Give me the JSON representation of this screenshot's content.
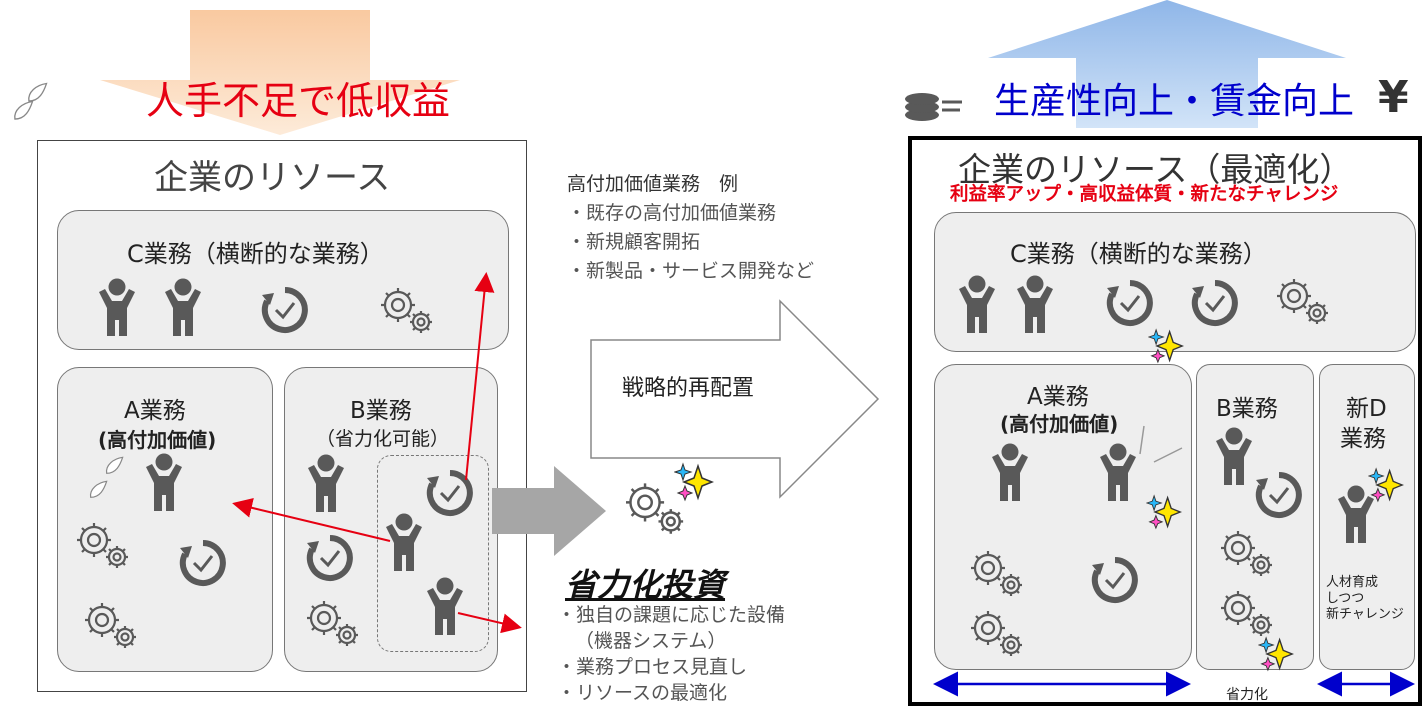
{
  "left": {
    "banner": "人手不足で低収益",
    "title": "企業のリソース",
    "c_panel_title": "C業務（横断的な業務）",
    "a_panel_title": "A業務",
    "a_panel_sub": "(高付加価値)",
    "b_panel_title": "B業務",
    "b_panel_sub": "（省力化可能）"
  },
  "middle": {
    "high_value_heading": "高付加価値業務　例",
    "high_value_items": [
      "・既存の高付加価値業務",
      "・新規顧客開拓",
      "・新製品・サービス開発など"
    ],
    "arrow_label": "戦略的再配置",
    "investment_heading": "省力化投資",
    "investment_items": [
      "・独自の課題に応じた設備",
      "（機器システム）",
      "・業務プロセス見直し",
      "・リソースの最適化"
    ]
  },
  "right": {
    "banner": "生産性向上・賃金向上",
    "yen": "¥",
    "title": "企業のリソース（最適化）",
    "subtitle": "利益率アップ・高収益体質・新たなチャレンジ",
    "c_panel_title": "C業務（横断的な業務）",
    "a_panel_title": "A業務",
    "a_panel_sub": "(高付加価値)",
    "b_panel_title": "B業務",
    "d_panel_title_1": "新D",
    "d_panel_title_2": "業務",
    "d_note": [
      "人材育成",
      "しつつ",
      "新チャレンジ"
    ],
    "bottom_label": "省力化"
  },
  "colors": {
    "accent_red": "#e60012",
    "accent_blue": "#0000cc",
    "icon_gray": "#595959",
    "panel_gray": "#eeeeee"
  }
}
